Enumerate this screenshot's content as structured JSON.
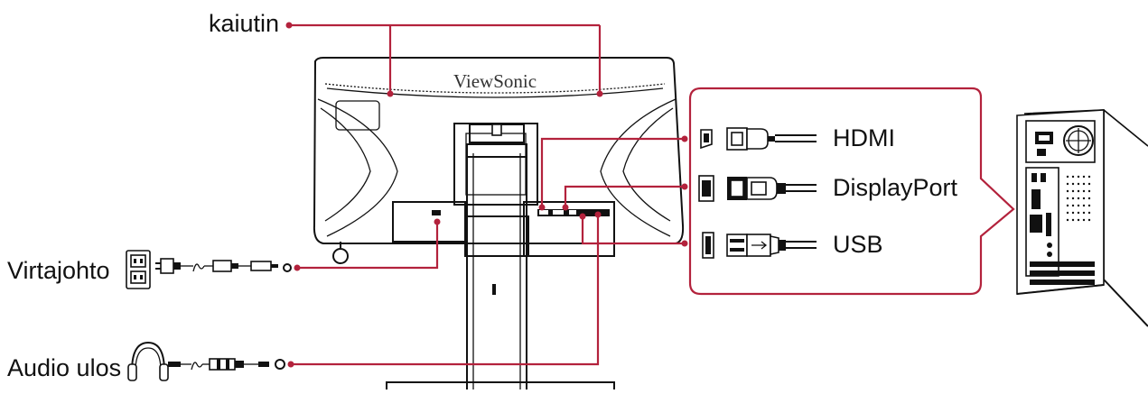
{
  "labels": {
    "speaker": "kaiutin",
    "power": "Virtajohto",
    "audio_out": "Audio ulos",
    "brand": "ViewSonic"
  },
  "ports": [
    {
      "name": "HDMI"
    },
    {
      "name": "DisplayPort"
    },
    {
      "name": "USB"
    }
  ],
  "colors": {
    "callout": "#b3223c",
    "line": "#111111"
  },
  "icons": [
    "power-outlet-icon",
    "power-plug-icon",
    "headphones-icon",
    "audio-jack-icon",
    "hdmi-cable-icon",
    "displayport-cable-icon",
    "usb-cable-icon",
    "pc-tower-icon"
  ]
}
